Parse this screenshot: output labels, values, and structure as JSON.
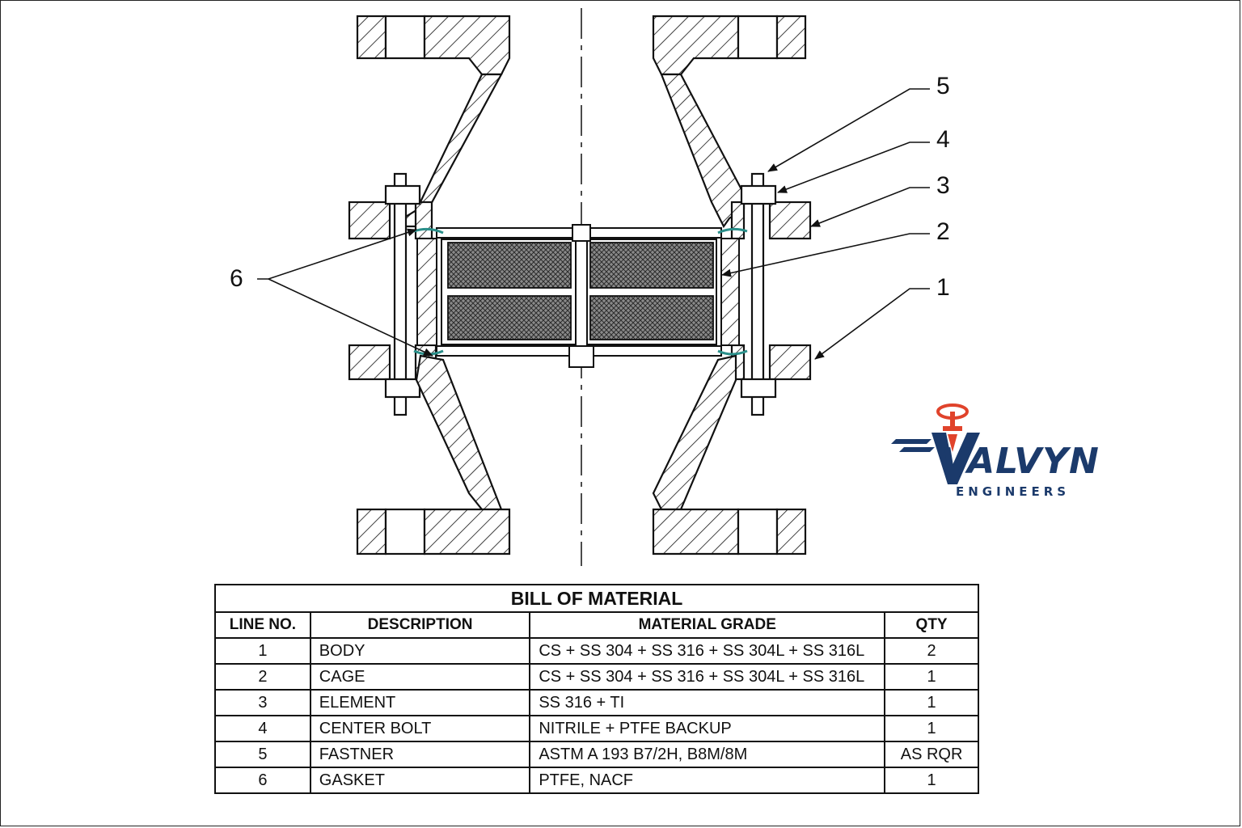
{
  "callouts": {
    "c1": "1",
    "c2": "2",
    "c3": "3",
    "c4": "4",
    "c5": "5",
    "c6": "6"
  },
  "logo": {
    "name": "VALVYN",
    "subtitle": "ENGINEERS",
    "brand_color": "#1b3a6b",
    "accent_color": "#e0432b",
    "icon": "handwheel-valve-icon"
  },
  "bom": {
    "title": "BILL OF MATERIAL",
    "headers": {
      "line_no": "LINE NO.",
      "description": "DESCRIPTION",
      "material_grade": "MATERIAL GRADE",
      "qty": "QTY"
    },
    "rows": [
      {
        "line": "1",
        "description": "BODY",
        "material": "CS + SS 304 + SS 316 + SS 304L + SS 316L",
        "qty": "2"
      },
      {
        "line": "2",
        "description": "CAGE",
        "material": "CS + SS 304 + SS 316 + SS 304L + SS 316L",
        "qty": "1"
      },
      {
        "line": "3",
        "description": "ELEMENT",
        "material": "SS 316 + TI",
        "qty": "1"
      },
      {
        "line": "4",
        "description": "CENTER BOLT",
        "material": "NITRILE + PTFE BACKUP",
        "qty": "1"
      },
      {
        "line": "5",
        "description": "FASTNER",
        "material": "ASTM A 193 B7/2H, B8M/8M",
        "qty": "AS RQR"
      },
      {
        "line": "6",
        "description": "GASKET",
        "material": "PTFE, NACF",
        "qty": "1"
      }
    ]
  },
  "colors": {
    "line": "#111111",
    "gasket": "#2a8f8a",
    "mesh": "#555555"
  }
}
